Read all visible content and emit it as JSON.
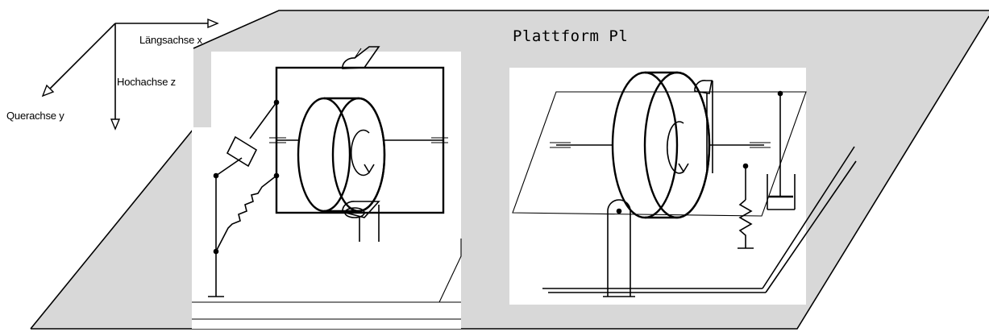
{
  "axes": {
    "x_label": "Längsachse x",
    "z_label": "Hochachse z",
    "y_label": "Querachse y"
  },
  "platform": {
    "label": "Plattform Pl"
  },
  "colors": {
    "platform_fill": "#d8d8d8",
    "line": "#000000",
    "photo_background": "#ffffff"
  }
}
